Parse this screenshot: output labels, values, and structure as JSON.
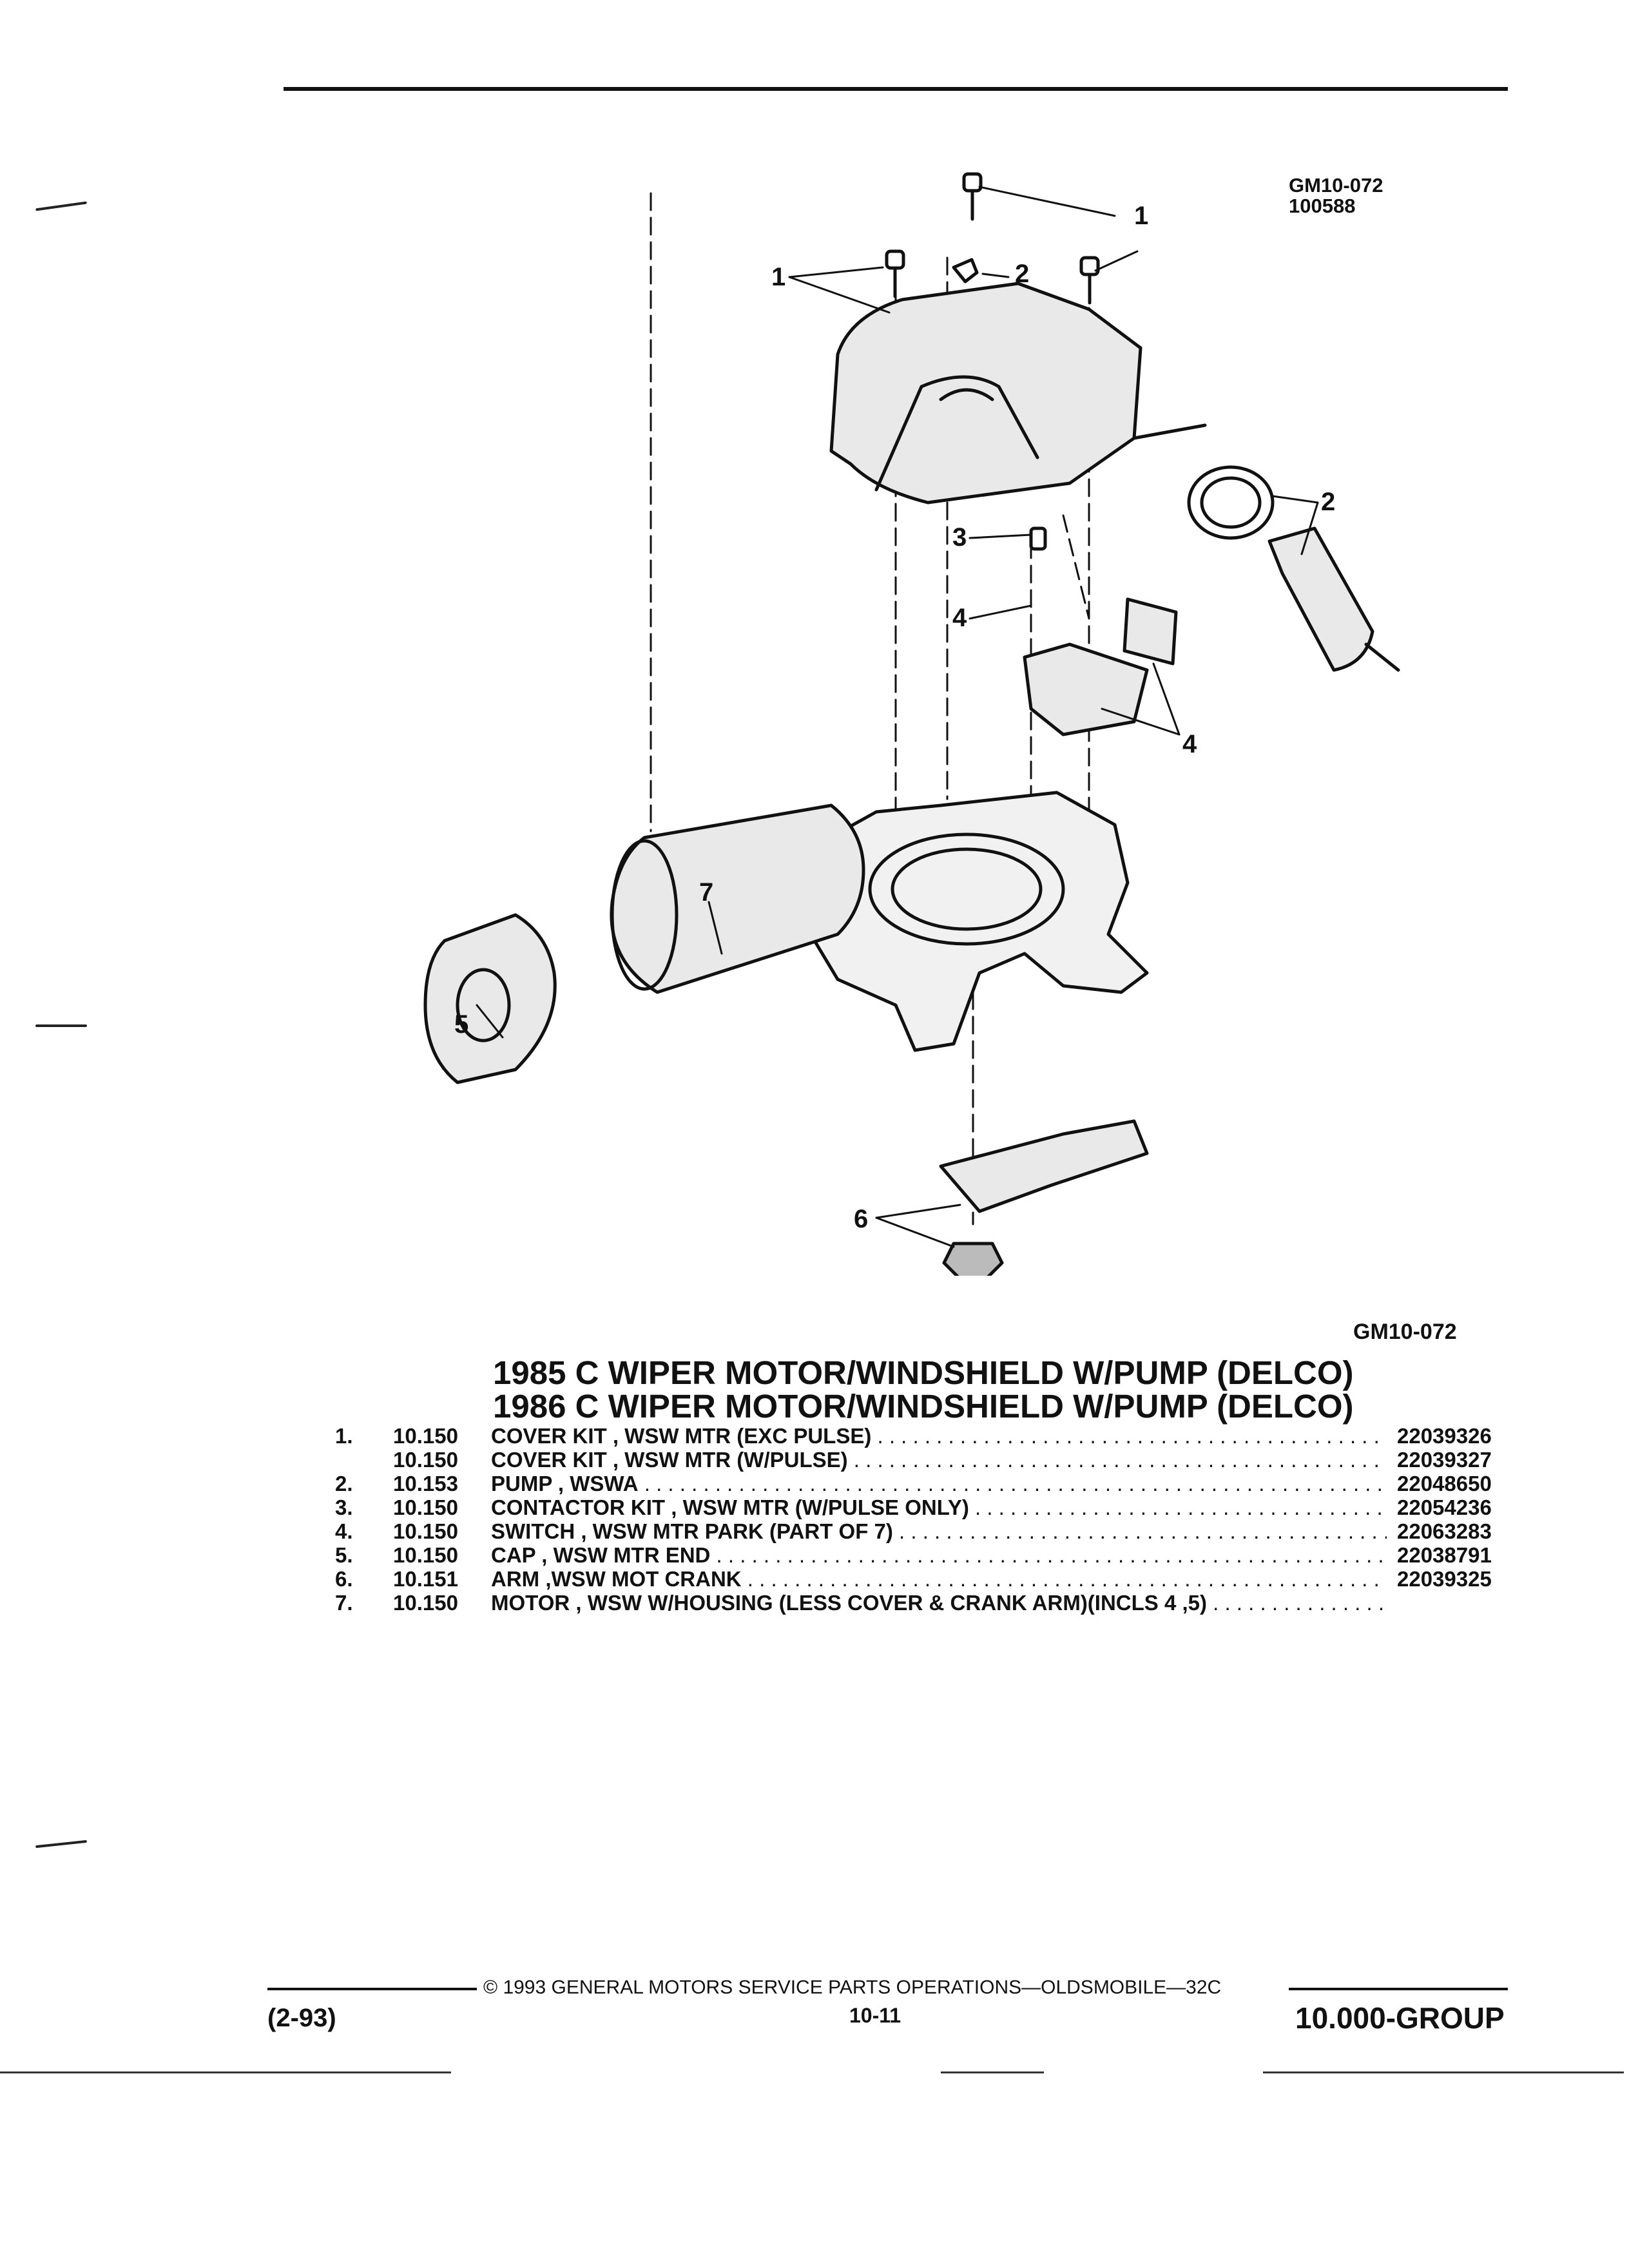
{
  "figure": {
    "id_line1": "GM10-072",
    "id_line2": "100588",
    "caption": "GM10-072",
    "callouts": [
      "1",
      "1",
      "2",
      "2",
      "3",
      "4",
      "4",
      "5",
      "6",
      "7"
    ]
  },
  "titles": [
    "1985 C WIPER MOTOR/WINDSHIELD W/PUMP (DELCO)",
    "1986 C WIPER MOTOR/WINDSHIELD W/PUMP (DELCO)"
  ],
  "parts": [
    {
      "num": "1.",
      "group": "10.150",
      "desc": "COVER KIT , WSW MTR (EXC PULSE)",
      "pn": "22039326"
    },
    {
      "num": "",
      "group": "10.150",
      "desc": "COVER KIT , WSW MTR (W/PULSE)",
      "pn": "22039327"
    },
    {
      "num": "2.",
      "group": "10.153",
      "desc": "PUMP , WSWA",
      "pn": "22048650"
    },
    {
      "num": "3.",
      "group": "10.150",
      "desc": "CONTACTOR KIT , WSW MTR (W/PULSE ONLY)",
      "pn": "22054236"
    },
    {
      "num": "4.",
      "group": "10.150",
      "desc": "SWITCH , WSW MTR PARK (PART OF 7)",
      "pn": "22063283"
    },
    {
      "num": "5.",
      "group": "10.150",
      "desc": "CAP , WSW MTR END",
      "pn": "22038791"
    },
    {
      "num": "6.",
      "group": "10.151",
      "desc": "ARM ,WSW MOT CRANK",
      "pn": "22039325"
    },
    {
      "num": "7.",
      "group": "10.150",
      "desc": "MOTOR , WSW W/HOUSING (LESS COVER & CRANK ARM)(INCLS 4 ,5)",
      "pn": ""
    }
  ],
  "footer": {
    "copyright": "© 1993 GENERAL MOTORS SERVICE PARTS OPERATIONS—OLDSMOBILE—32C",
    "date_code": "(2-93)",
    "page": "10-11",
    "group": "10.000-GROUP"
  }
}
